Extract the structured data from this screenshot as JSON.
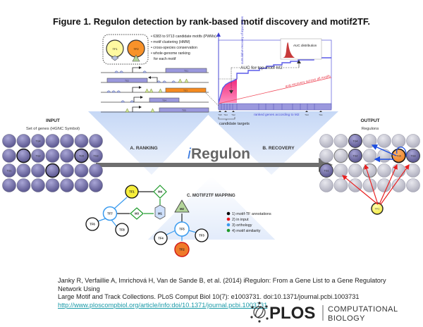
{
  "figure": {
    "title": "Figure 1. Regulon detection by rank-based motif discovery and motif2TF."
  },
  "ranking": {
    "label": "A. RANKING",
    "tf_nodes": [
      "TF1",
      "TF2"
    ],
    "motif_bullets": [
      "6383 to 9713 candidate motifs (PWMs)",
      "motif clustering (HMM)",
      "cross-species conservation",
      "whole-genome ranking",
      "for each motif"
    ],
    "gene_tracks": [
      "TG1",
      "TG2",
      "TG3",
      "TG4",
      "TG5"
    ]
  },
  "recovery": {
    "label": "B. RECOVERY",
    "y_axis_label": "cumulative recovery of input genes",
    "x_axis_label": "ranked genes according to M2",
    "auc_label": "AUC for top motif M2",
    "avg_label": "avg recovery across all motifs",
    "histogram_label": "AUC distribution",
    "candidate_label": "candidate targets",
    "tick_labels": [
      "TG5",
      "TG4",
      "TG2",
      "TG3",
      "TG1"
    ]
  },
  "center": {
    "brand_i": "i",
    "brand_rest": "Regulon"
  },
  "input": {
    "title": "INPUT",
    "subtitle": "Set of genes (HGNC Symbol)",
    "labels": [
      "TG4",
      "TG2",
      "TG5",
      "TG3",
      "TG1"
    ]
  },
  "output": {
    "title": "OUTPUT",
    "subtitle": "Regulons",
    "labels": [
      "TG4",
      "TG2",
      "TG5",
      "TG3",
      "TG1",
      "TF1"
    ]
  },
  "mapping": {
    "label": "C. MOTIF2TF MAPPING",
    "nodes": [
      "TF1",
      "M4",
      "TF7",
      "M3",
      "M1",
      "TF6",
      "TF8",
      "M2",
      "TF5",
      "TF4",
      "TF3",
      "TF2"
    ],
    "legend": [
      {
        "label": "1) motif-TF annotations",
        "color": "#000000"
      },
      {
        "label": "2) in input",
        "color": "#e8141b"
      },
      {
        "label": "3) orthology",
        "color": "#3a9bef"
      },
      {
        "label": "4) motif similarity",
        "color": "#1e9a2a"
      }
    ]
  },
  "citation": {
    "line1": "Janky R, Verfaillie A, Imrichová H, Van de Sande B, et al. (2014) iRegulon: From a Gene List to a Gene Regulatory Network Using",
    "line2": "Large Motif and Track Collections. PLoS Comput Biol 10(7): e1003731. doi:10.1371/journal.pcbi.1003731",
    "link": "http://www.ploscompbiol.org/article/info:doi/10.1371/journal.pcbi.1003731"
  },
  "logo": {
    "brand": "PLOS",
    "line1": "COMPUTATIONAL",
    "line2": "BIOLOGY"
  }
}
